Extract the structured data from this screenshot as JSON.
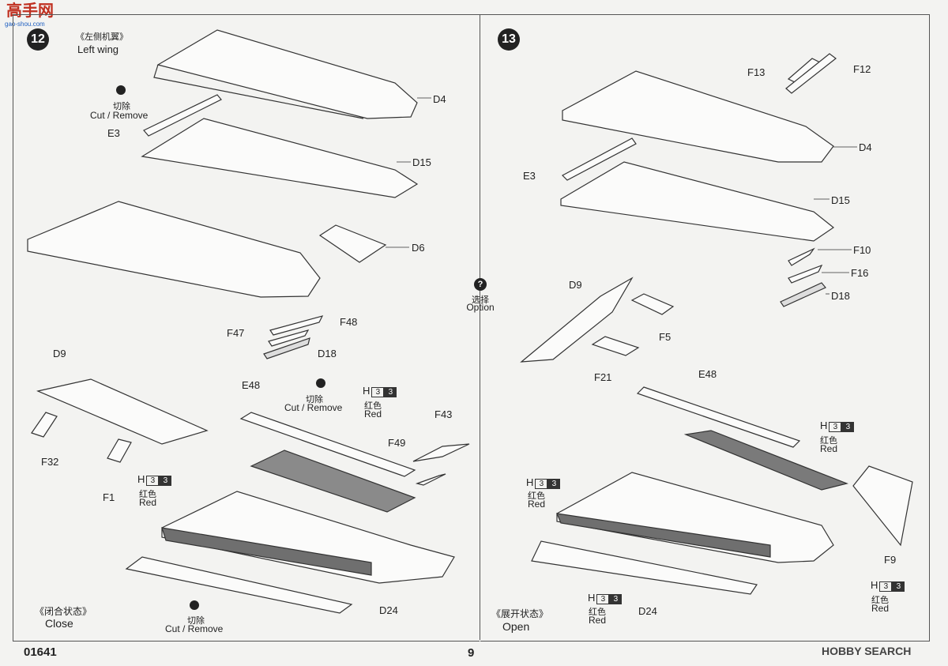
{
  "watermark_top": "高手网",
  "watermark_sub": "gao-shou.com",
  "step12": {
    "number": "12",
    "title_cn": "《左侧机翼》",
    "title_en": "Left wing",
    "cut_cn": "切除",
    "cut_en": "Cut / Remove",
    "parts": [
      "D4",
      "E3",
      "D15",
      "D6",
      "F47",
      "F48",
      "D18",
      "D9",
      "F32",
      "F1",
      "E48",
      "F49",
      "F43",
      "D24"
    ],
    "paint_h": "H",
    "paint_n1": "3",
    "paint_n2": "3",
    "paint_cn": "红色",
    "paint_en": "Red",
    "state_cn": "《闭合状态》",
    "state_en": "Close"
  },
  "option": {
    "icon": "?",
    "cn": "选择",
    "en": "Option"
  },
  "step13": {
    "number": "13",
    "parts": [
      "F13",
      "F12",
      "D4",
      "E3",
      "D15",
      "F10",
      "F16",
      "D18",
      "D9",
      "F5",
      "F21",
      "E48",
      "F9",
      "D24"
    ],
    "paint_h": "H",
    "paint_n1": "3",
    "paint_n2": "3",
    "paint_cn": "红色",
    "paint_en": "Red",
    "state_cn": "《展开状态》",
    "state_en": "Open"
  },
  "footer": {
    "code": "01641",
    "page": "9",
    "brand": "HOBBY SEARCH"
  },
  "colors": {
    "paper": "#f3f3f1",
    "line": "#555555",
    "red_part": "#7a7a7a"
  }
}
